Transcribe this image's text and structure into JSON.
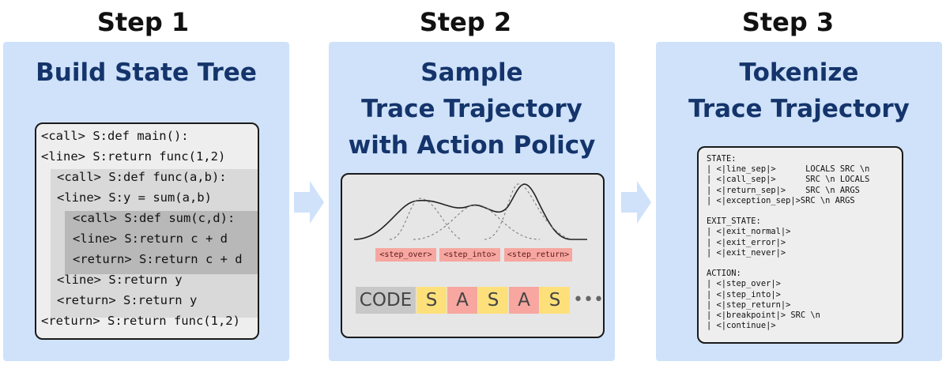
{
  "steps": [
    {
      "label": "Step 1",
      "title_lines": [
        "Build State Tree"
      ]
    },
    {
      "label": "Step 2",
      "title_lines": [
        "Sample",
        "Trace Trajectory",
        "with Action Policy"
      ]
    },
    {
      "label": "Step 3",
      "title_lines": [
        "Tokenize",
        "Trace Trajectory"
      ]
    }
  ],
  "state_tree": [
    "<call> S:def main():",
    "<line> S:return func(1,2)",
    "<call> S:def func(a,b):",
    "<line> S:y = sum(a,b)",
    "<call> S:def sum(c,d):",
    "<line> S:return c + d",
    "<return> S:return c + d",
    "<line> S:return y",
    "<return> S:return y",
    "<return> S:return func(1,2)"
  ],
  "action_policy": {
    "actions": [
      "<step_over>",
      "<step_into>",
      "<step_return>"
    ],
    "sequence": [
      "CODE",
      "S",
      "A",
      "S",
      "A",
      "S"
    ],
    "ellipsis": "•••",
    "colors": {
      "code": "#c8c8c8",
      "state": "#fde07a",
      "action": "#f7a6a0"
    }
  },
  "vocab_lines": [
    "STATE:",
    "| <|line_sep|>      LOCALS SRC \\n",
    "| <|call_sep|>      SRC \\n LOCALS",
    "| <|return_sep|>    SRC \\n ARGS",
    "| <|exception_sep|>SRC \\n ARGS",
    "",
    "EXIT_STATE:",
    "| <|exit_normal|>",
    "| <|exit_error|>",
    "| <|exit_never|>",
    "",
    "ACTION:",
    "| <|step_over|>",
    "| <|step_into|>",
    "| <|step_return|>",
    "| <|breakpoint|> SRC \\n",
    "| <|continue|>"
  ]
}
